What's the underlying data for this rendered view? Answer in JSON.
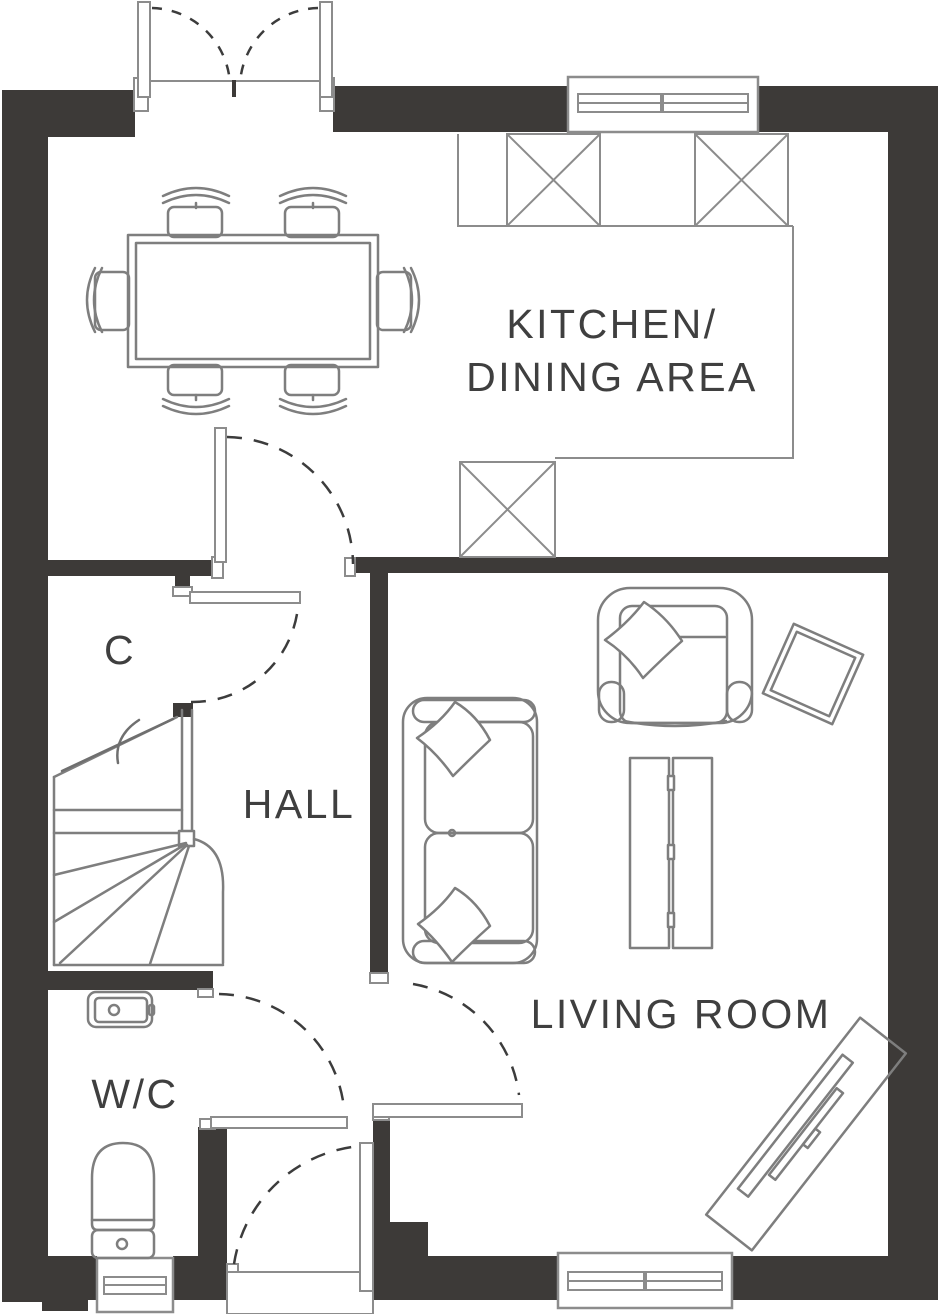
{
  "labels": {
    "kitchen_dining": {
      "line1": "KITCHEN/",
      "line2": "DINING AREA"
    },
    "closet": "C",
    "hall": "HALL",
    "wc": "W/C",
    "living_room": "LIVING ROOM"
  },
  "colors": {
    "wall": "#3d3a38",
    "line": "#8c8c8c",
    "furn": "#7e7e7e",
    "swing": "#3c3c3c",
    "text": "#3f3f3f",
    "bg": "#ffffff"
  }
}
